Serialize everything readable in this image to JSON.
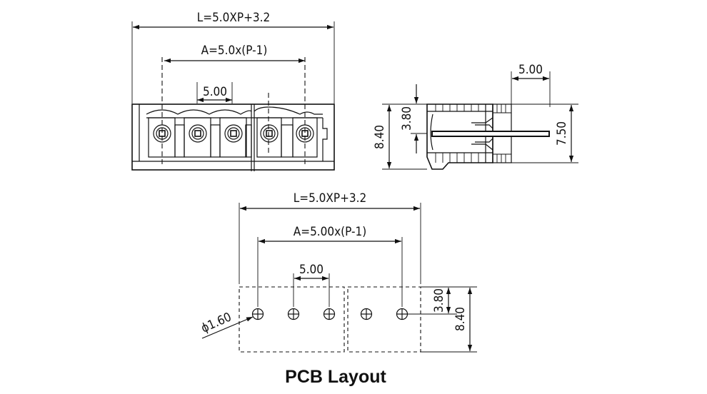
{
  "front_view": {
    "total_length": "L=5.0XP+3.2",
    "pin_span": "A=5.0x(P-1)",
    "pitch": "5.00"
  },
  "side_view": {
    "pitch": "5.00",
    "pin_height": "3.80",
    "total_height": "8.40",
    "body_height": "7.50"
  },
  "pcb_layout": {
    "total_length": "L=5.0XP+3.2",
    "pin_span": "A=5.00x(P-1)",
    "pitch": "5.00",
    "hole_diameter": "ϕ1.60",
    "row_offset": "3.80",
    "total_height": "8.40",
    "caption": "PCB Layout"
  }
}
